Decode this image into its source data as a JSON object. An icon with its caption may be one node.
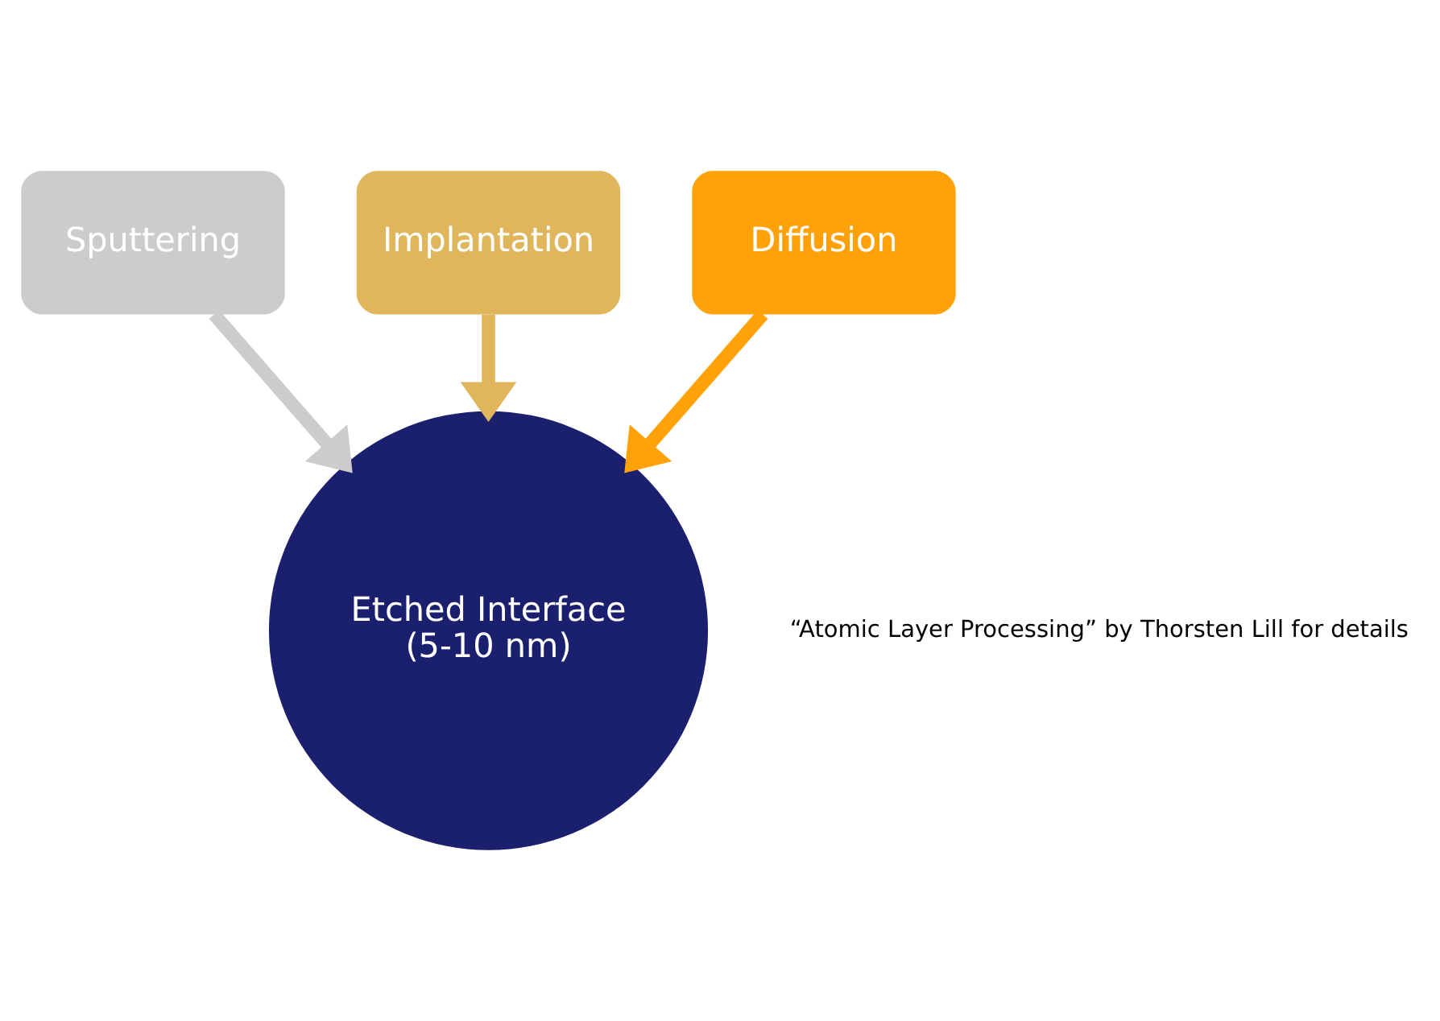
{
  "diagram": {
    "nodes": [
      {
        "text": [
          "Implantation"
        ]
      },
      {
        "text": [
          "Sputtering"
        ]
      },
      {
        "text": [
          "Diffusion"
        ]
      },
      {
        "text": [
          "Etched Interface",
          "(5-10 nm)"
        ]
      }
    ],
    "edges": [
      {
        "from": 0,
        "to": 3,
        "arrow": "to",
        "color": "#e0b65c"
      },
      {
        "from": 1,
        "to": 3,
        "arrow": "to",
        "color": "#cccccc"
      },
      {
        "from": 2,
        "to": 3,
        "arrow": "to",
        "color": "#ffa20a"
      }
    ],
    "labels": [
      "“Atomic Layer Processing” by Thorsten Lill for details"
    ]
  }
}
